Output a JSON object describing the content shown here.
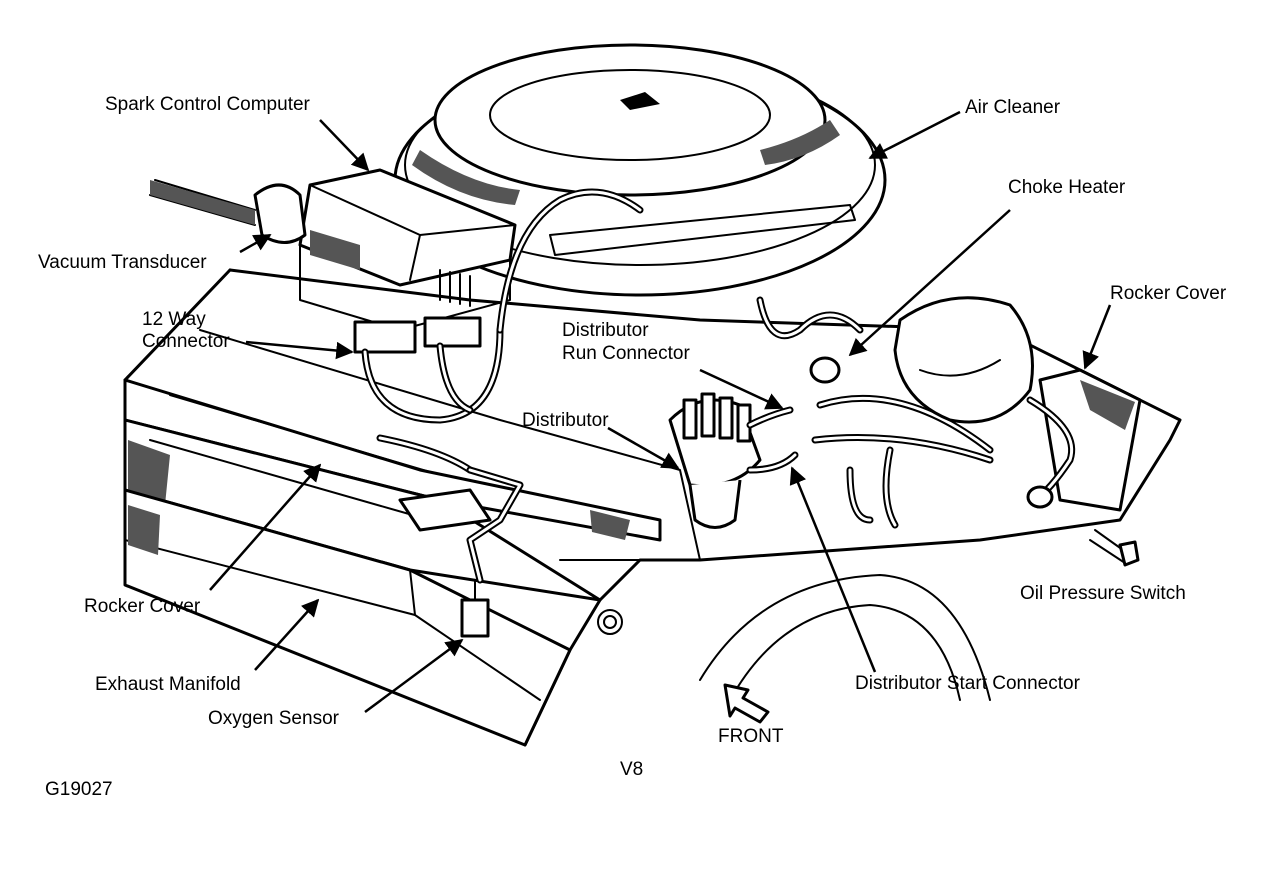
{
  "labels": {
    "spark_control_computer": "Spark Control Computer",
    "air_cleaner": "Air Cleaner",
    "choke_heater": "Choke Heater",
    "vacuum_transducer": "Vacuum Transducer",
    "rocker_cover_right": "Rocker Cover",
    "twelve_way_line1": "12 Way",
    "twelve_way_line2": "Connector",
    "distributor_run_line1": "Distributor",
    "distributor_run_line2": "Run Connector",
    "distributor": "Distributor",
    "oil_pressure_switch": "Oil Pressure Switch",
    "rocker_cover_left": "Rocker Cover",
    "exhaust_manifold": "Exhaust Manifold",
    "oxygen_sensor": "Oxygen Sensor",
    "distributor_start_connector": "Distributor Start Connector",
    "front": "FRONT",
    "engine": "V8",
    "figure_id": "G19027"
  }
}
